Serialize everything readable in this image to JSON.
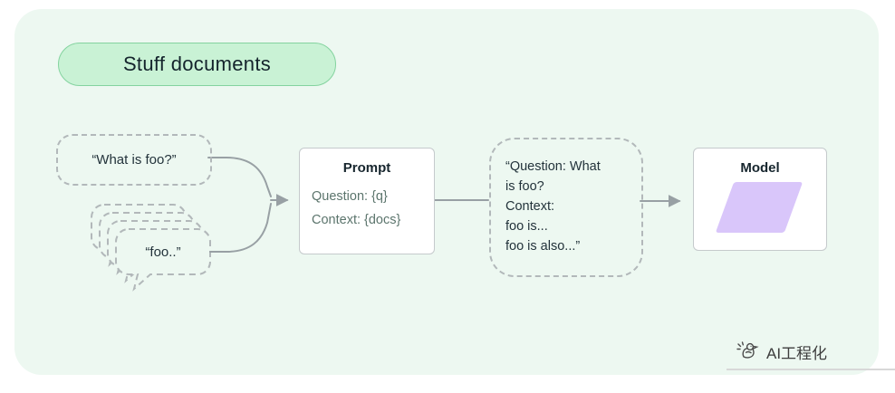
{
  "title": {
    "label": "Stuff documents"
  },
  "diagram": {
    "question_bubble": {
      "text": "“What is foo?”"
    },
    "docs_stack": {
      "front_text": "“foo..”"
    },
    "prompt_box": {
      "title": "Prompt",
      "lines": [
        "Question: {q}",
        "Context: {docs}"
      ]
    },
    "filled_prompt": {
      "lines": [
        "“Question: What",
        "is foo?",
        "Context:",
        "foo is...",
        "foo is also...”"
      ]
    },
    "model_box": {
      "title": "Model"
    }
  },
  "watermark": {
    "label": "AI工程化"
  },
  "colors": {
    "panel": "#edf8f1",
    "pill_fill": "#c9f2d5",
    "pill_border": "#84d39f",
    "dashed_stroke": "#b2b8ba",
    "box_border": "#c5cacc",
    "connector": "#98a0a4",
    "model_shape": "#d9c6fa",
    "text_dark": "#17262e",
    "text_muted": "#5c756d"
  }
}
